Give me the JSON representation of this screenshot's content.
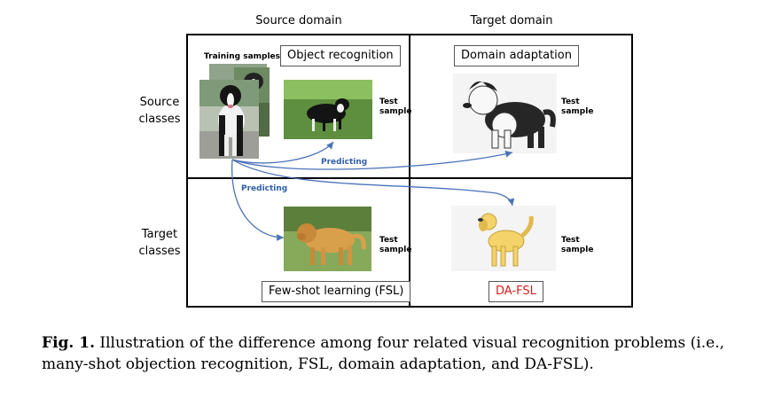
{
  "header": {
    "source_domain": "Source domain",
    "target_domain": "Target domain"
  },
  "rows": {
    "source_line1": "Source",
    "source_line2": "classes",
    "target_line1": "Target",
    "target_line2": "classes"
  },
  "cells": {
    "object_recognition": "Object recognition",
    "domain_adaptation": "Domain adaptation",
    "few_shot_learning": "Few-shot learning (FSL)",
    "da_fsl": "DA-FSL"
  },
  "labels": {
    "training_samples": "Training samples",
    "test_line1": "Test",
    "test_line2": "sample",
    "predicting": "Predicting"
  },
  "caption": {
    "fig_label": "Fig. 1.",
    "text": "Illustration of the difference among four related visual recognition problems (i.e., many-shot objection recognition, FSL, domain adaptation, and DA-FSL)."
  },
  "colors": {
    "arrow": "#4a72b8",
    "predicting_text": "#2e5fa8",
    "da_fsl_text": "#d42020"
  }
}
